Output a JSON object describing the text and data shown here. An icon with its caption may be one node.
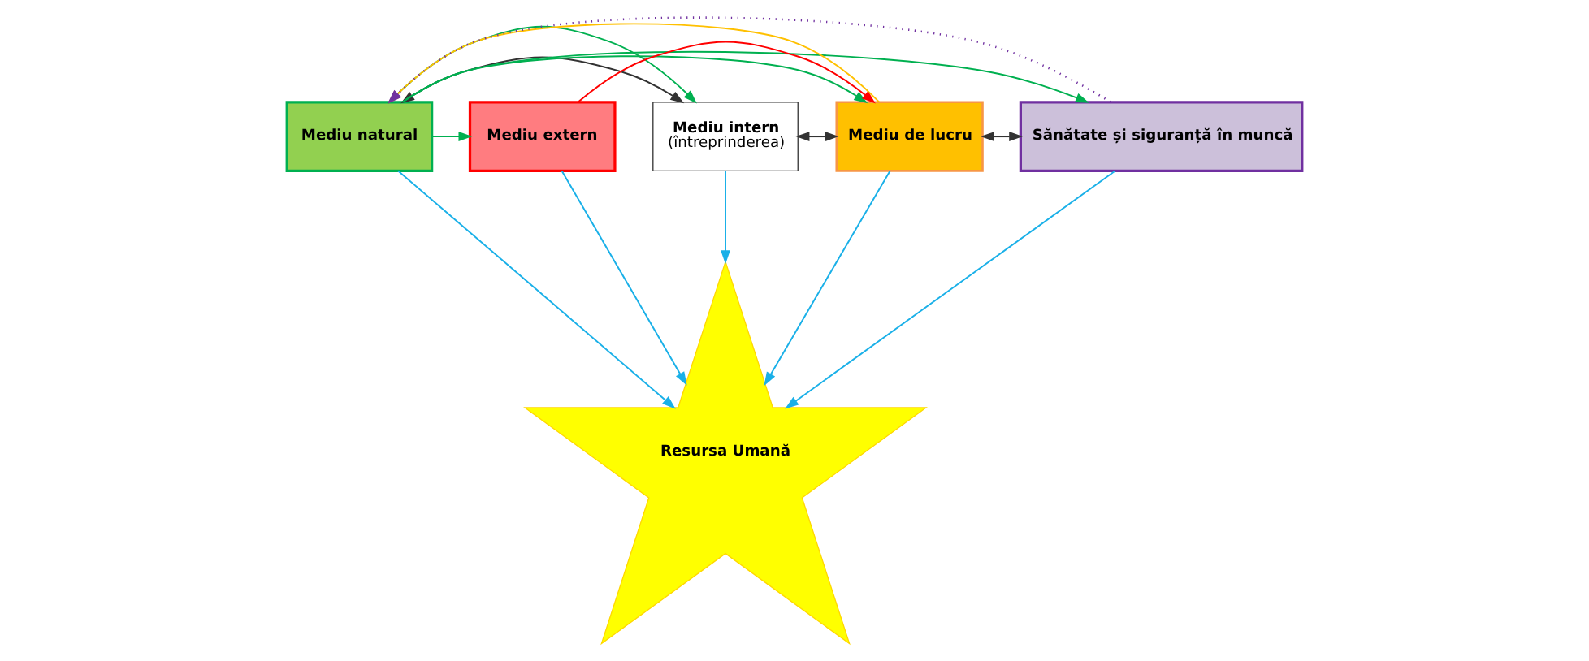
{
  "diagram": {
    "nodes": [
      {
        "text": [
          "Mediu natural"
        ]
      },
      {
        "text": [
          "Mediu intern",
          "(întreprinderea)"
        ]
      },
      {
        "text": [
          "Mediu de lucru"
        ]
      },
      {
        "text": [
          "Sănătate și siguranță în muncă"
        ]
      },
      {
        "text": [
          "Mediu extern"
        ]
      },
      {
        "text": [
          "Resursa Umană"
        ]
      }
    ],
    "edges": [
      {
        "from": 0,
        "to": 1,
        "arrow": "both",
        "color": "#333333"
      },
      {
        "from": 1,
        "to": 2,
        "arrow": "both",
        "color": "#333333"
      },
      {
        "from": 2,
        "to": 3,
        "arrow": "both",
        "color": "#333333"
      },
      {
        "from": 0,
        "to": 1,
        "arrow": "to",
        "color": "#00b050"
      },
      {
        "from": 0,
        "to": 2,
        "arrow": "to",
        "color": "#00b050"
      },
      {
        "from": 0,
        "to": 3,
        "arrow": "to",
        "color": "#00b050"
      },
      {
        "from": 0,
        "to": 4,
        "arrow": "to",
        "color": "#00b050"
      },
      {
        "from": 2,
        "to": 0,
        "arrow": "to",
        "color": "#ffc000"
      },
      {
        "from": 4,
        "to": 2,
        "arrow": "to",
        "color": "#ff0000"
      },
      {
        "from": 3,
        "to": 0,
        "arrow": "to",
        "style": "dashed",
        "color": "#7030a0"
      },
      {
        "from": 0,
        "to": 5,
        "arrow": "to",
        "color": "#1ab0e8"
      },
      {
        "from": 1,
        "to": 5,
        "arrow": "to",
        "color": "#1ab0e8"
      },
      {
        "from": 2,
        "to": 5,
        "arrow": "to",
        "color": "#1ab0e8"
      },
      {
        "from": 3,
        "to": 5,
        "arrow": "to",
        "color": "#1ab0e8"
      },
      {
        "from": 4,
        "to": 5,
        "arrow": "to",
        "color": "#1ab0e8"
      }
    ]
  }
}
